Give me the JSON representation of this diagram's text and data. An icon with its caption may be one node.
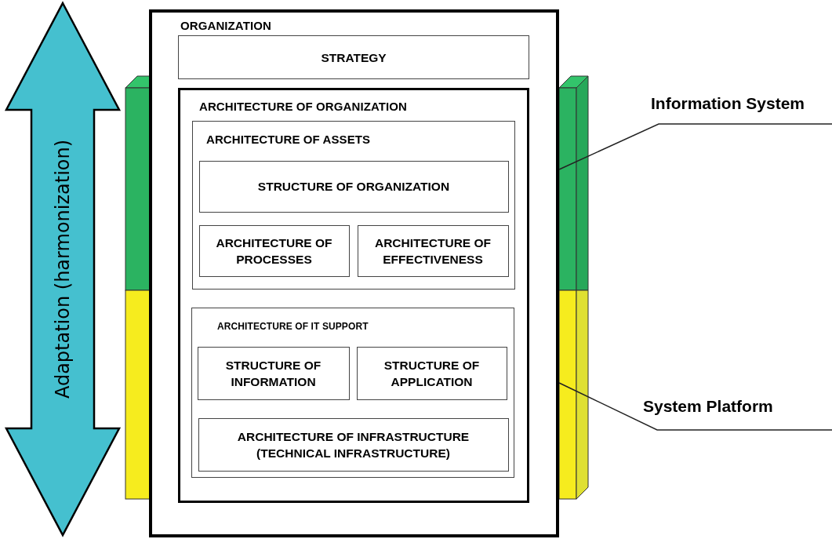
{
  "diagram": {
    "nodes": [
      {
        "text": [
          "ORGANIZATION"
        ]
      },
      {
        "text": [
          "STRATEGY"
        ],
        "in": 0
      },
      {
        "text": [
          "ARCHITECTURE OF ORGANIZATION"
        ],
        "in": 0
      },
      {
        "text": [
          "ARCHITECTURE OF ASSETS"
        ],
        "in": 2
      },
      {
        "text": [
          "STRUCTURE OF ORGANIZATION"
        ],
        "in": 3
      },
      {
        "text": [
          "ARCHITECTURE OF PROCESSES"
        ],
        "in": 3
      },
      {
        "text": [
          "ARCHITECTURE OF EFFECTIVENESS"
        ],
        "in": 3
      },
      {
        "text": [
          "ARCHITECTURE OF IT SUPPORT"
        ],
        "in": 2
      },
      {
        "text": [
          "STRUCTURE OF INFORMATION"
        ],
        "in": 7
      },
      {
        "text": [
          "STRUCTURE OF APPLICATION"
        ],
        "in": 7
      },
      {
        "text": [
          "ARCHITECTURE OF INFRASTRUCTURE (TECHNICAL INFRASTRUCTURE)"
        ],
        "in": 7
      },
      {
        "text": [
          "Information System"
        ]
      },
      {
        "text": [],
        "shape": "box"
      },
      {
        "text": [
          "System Platform"
        ]
      },
      {
        "text": [],
        "shape": "box"
      },
      {
        "text": [
          "Adaptation (harmonization)"
        ]
      },
      {
        "text": [],
        "shape": "box"
      },
      {
        "text": [],
        "shape": "box"
      }
    ],
    "edges": [
      {
        "from": 11,
        "to": 12,
        "arrow": "none"
      },
      {
        "from": 13,
        "to": 14,
        "arrow": "none"
      }
    ]
  }
}
